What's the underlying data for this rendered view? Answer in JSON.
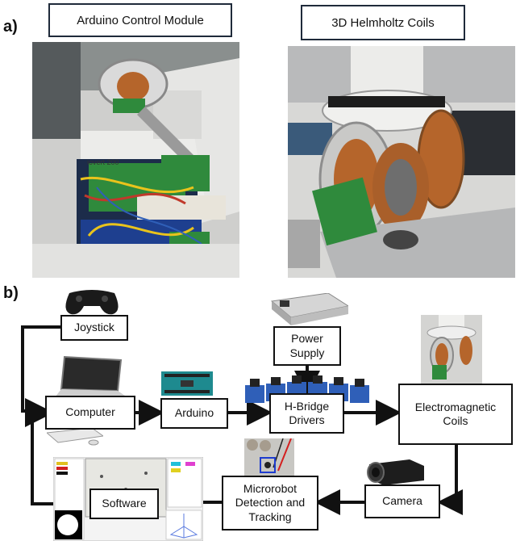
{
  "panel_a": {
    "label": "a)",
    "left_title": "Arduino Control Module",
    "right_title": "3D Helmholtz Coils",
    "microscope_text": "iovert 200"
  },
  "panel_b": {
    "label": "b)",
    "nodes": {
      "joystick": "Joystick",
      "power": "Power\nSupply",
      "computer": "Computer",
      "arduino": "Arduino",
      "hbridge": "H-Bridge\nDrivers",
      "coils": "Electromagnetic\nCoils",
      "camera": "Camera",
      "detection": "Microrobot\nDetection and\nTracking",
      "software": "Software"
    }
  },
  "colors": {
    "accent": "#111111",
    "copper": "#b5652b",
    "pcb_green": "#2f8a3c",
    "arduino_teal": "#1e8a8f",
    "hbridge_blue": "#2f5fb8"
  }
}
